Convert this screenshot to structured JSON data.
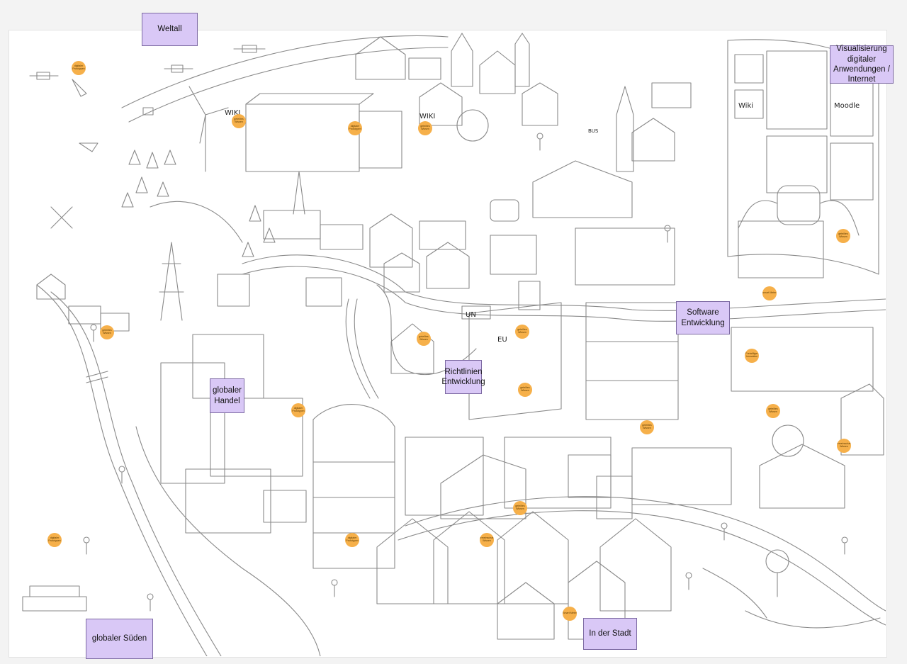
{
  "colors": {
    "background": "#f3f3f3",
    "board": "#ffffff",
    "label_fill": "#d9c8f6",
    "label_border": "#7d6aa3",
    "dot_fill": "#f6b04a",
    "line": "#8a8a8a"
  },
  "labels": {
    "weltall": "Weltall",
    "visualisierung": "Visualisierung digitaler Anwendungen / Internet",
    "software": "Software Entwicklung",
    "richtlinien": "Richtlinien Entwicklung",
    "handel": "globaler Handel",
    "sueden": "globaler Süden",
    "stadt": "In der Stadt"
  },
  "scene_text": {
    "wiki_1": "WIKI",
    "wiki_2": "WIKI",
    "wiki_screen": "Wiki",
    "moodle": "Moodle",
    "un": "UN",
    "eu": "EU",
    "bus": "BUS"
  },
  "dots": [
    {
      "text": "digitaler Prototypen"
    },
    {
      "text": "geteiltes Wissen"
    },
    {
      "text": "digitaler Prototypen"
    },
    {
      "text": "geteiltes Wissen"
    },
    {
      "text": "geteiltes Wissen"
    },
    {
      "text": "geteiltes Wissen"
    },
    {
      "text": "smart Meter"
    },
    {
      "text": "geteiltes Wissen"
    },
    {
      "text": "geteiltes Wissen"
    },
    {
      "text": "geteiltes Wissen"
    },
    {
      "text": "Freiwilliger Innovation"
    },
    {
      "text": "digitaler Prototypen"
    },
    {
      "text": "geteiltes Wissen"
    },
    {
      "text": "geteiltes Wissen"
    },
    {
      "text": "Gemeinschaftl. Wissen"
    },
    {
      "text": "geteiltes Wissen"
    },
    {
      "text": "digitaler Prototypen"
    },
    {
      "text": "digitaler Prototypen"
    },
    {
      "text": "Gemeinschaftl. Wissen"
    },
    {
      "text": "Smart Meter"
    }
  ]
}
